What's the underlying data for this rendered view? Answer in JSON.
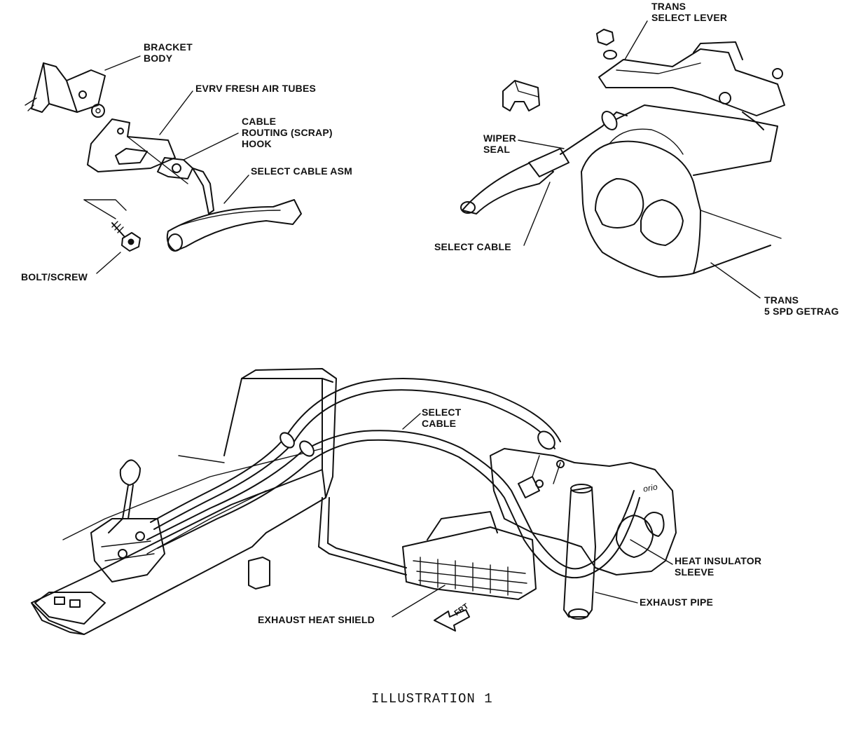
{
  "labels": {
    "bracket_body": "BRACKET\nBODY",
    "evrv_tubes": "EVRV FRESH AIR TUBES",
    "cable_routing_hook": "CABLE\nROUTING (SCRAP)\nHOOK",
    "select_cable_asm": "SELECT CABLE ASM",
    "bolt_screw": "BOLT/SCREW",
    "trans_select_lever": "TRANS\nSELECT LEVER",
    "wiper_seal": "WIPER\nSEAL",
    "select_cable_top": "SELECT CABLE",
    "trans_getrag": "TRANS\n5 SPD GETRAG",
    "select_cable_bottom": "SELECT\nCABLE",
    "heat_insulator_sleeve": "HEAT INSULATOR\nSLEEVE",
    "exhaust_pipe": "EXHAUST PIPE",
    "exhaust_heat_shield": "EXHAUST HEAT SHIELD",
    "frt_arrow": "FRT",
    "trans_case_text": "orio"
  },
  "caption": "ILLUSTRATION 1"
}
